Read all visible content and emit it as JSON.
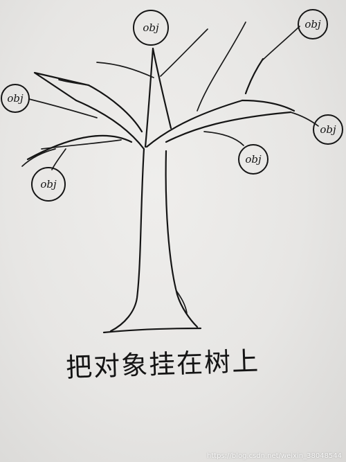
{
  "objects": [
    {
      "label": "obj"
    },
    {
      "label": "obj"
    },
    {
      "label": "obj"
    },
    {
      "label": "obj"
    },
    {
      "label": "obj"
    },
    {
      "label": "obj"
    }
  ],
  "caption": "把对象挂在树上",
  "watermark": "https://blog.csdn.net/weixin_38048544"
}
